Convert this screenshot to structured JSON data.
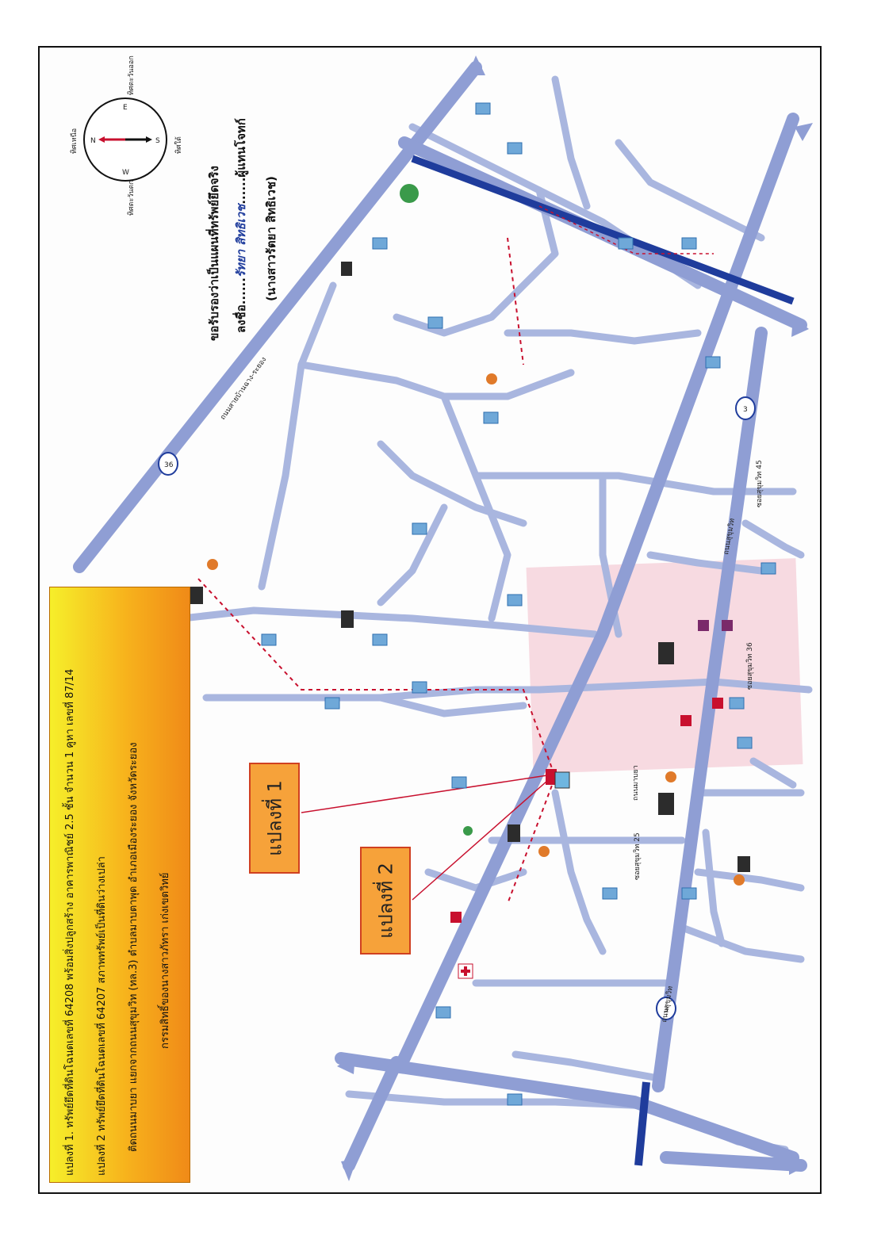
{
  "info_box": {
    "line1": "แปลงที่  1. ทรัพย์ยึดที่ดินโฉนดเลขที่ 64208  พร้อมสิ่งปลูกสร้าง  อาคารพาณิชย์  2.5 ชั้น  จำนวน 1 คูหา เลขที่  87/14",
    "line2": "แปลงที่  2  ทรัพย์ยึดที่ดินโฉนดเลขที่  64207  สภาพทรัพย์เป็นที่ดินว่างเปล่า",
    "line3": "ติดถนนมาบยา  แยกจากถนนสุขุมวิท (ทล.3)  ตำบลมาบตาพุด  อำเภอเมืองระยอง  จังหวัดระยอง",
    "line4": "กรรมสิทธิ์ของนางสาวภัทรา  เก่งเขตวิทย์"
  },
  "plot_labels": {
    "plot1": "แปลงที่ 1",
    "plot2": "แปลงที่ 2"
  },
  "certification": {
    "line1": "ขอรับรองว่าเป็นแผนที่ทรัพย์ยึดจริง",
    "line2_prefix": "ลงชื่อ",
    "line2_signature": "รัทยา  สิทธิเวช",
    "line2_suffix": "ผู้แทนโจทก์",
    "line3": "(นางสาวรัตยา  สิทธิเวช)"
  },
  "compass": {
    "north": "ทิศเหนือ",
    "south": "ทิศใต้",
    "east": "ทิศตะวันออก",
    "west": "ทิศตะวันตก",
    "n": "N",
    "s": "S",
    "e": "E",
    "w": "W"
  },
  "roads": {
    "sukhumvit": "ถนนสุขุมวิท",
    "sukhumvit_36": "ซอยสุขุมวิท 36",
    "sukhumvit_45": "ซอยสุขุมวิท 45",
    "sukhumvit_25": "ซอยสุขุมวิท 25",
    "road_36": "ถนนสายบ้านฉาง-ระยอง",
    "map_ya": "ถนนมาบยา",
    "highway_3": "3",
    "highway_36": "36"
  },
  "colors": {
    "road": "#a9b6df",
    "highway": "#8f9ed4",
    "blue_road": "#1f3c9c",
    "pink_zone": "#f6d3dc",
    "info_box_start": "#f6ef2a",
    "info_box_end": "#f08a18",
    "plot_label_bg": "#f6a23a",
    "plot_label_border": "#d04020",
    "marker_red": "#c8102e"
  }
}
